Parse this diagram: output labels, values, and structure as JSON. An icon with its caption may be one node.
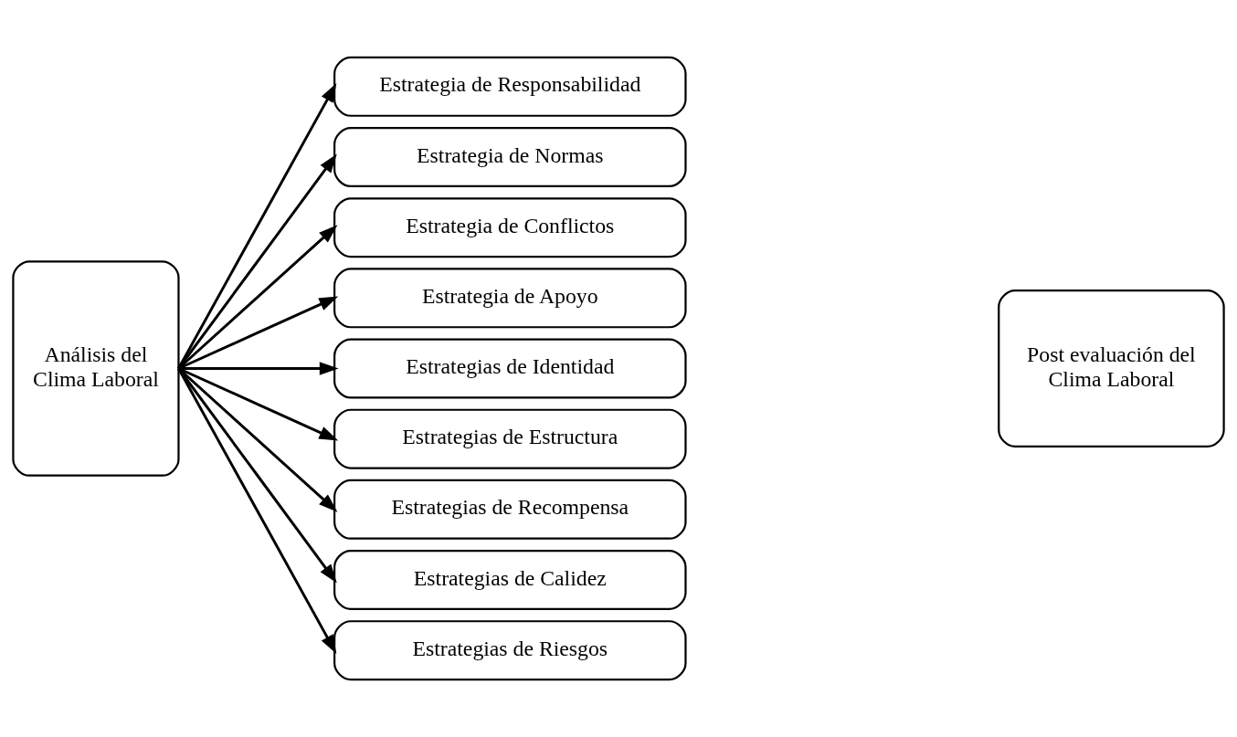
{
  "diagram": {
    "nodes": [
      {
        "text": [
          "Análisis del Clima Laboral"
        ]
      },
      {
        "text": [
          "Estrategia de Responsabilidad"
        ]
      },
      {
        "text": [
          "Estrategia de Normas"
        ]
      },
      {
        "text": [
          "Estrategia de Conflictos"
        ]
      },
      {
        "text": [
          "Estrategia de Apoyo"
        ]
      },
      {
        "text": [
          "Estrategias de Identidad"
        ]
      },
      {
        "text": [
          "Estrategias de Estructura"
        ]
      },
      {
        "text": [
          "Estrategias de Recompensa"
        ]
      },
      {
        "text": [
          "Estrategias de Calidez"
        ]
      },
      {
        "text": [
          "Estrategias de Riesgos"
        ]
      },
      {
        "text": [
          "Post evaluación del Clima Laboral"
        ]
      }
    ],
    "edges": [
      {
        "from": 0,
        "to": 1,
        "arrow": "to"
      },
      {
        "from": 0,
        "to": 2,
        "arrow": "to"
      },
      {
        "from": 0,
        "to": 3,
        "arrow": "to"
      },
      {
        "from": 0,
        "to": 4,
        "arrow": "to"
      },
      {
        "from": 0,
        "to": 5,
        "arrow": "to"
      },
      {
        "from": 0,
        "to": 6,
        "arrow": "to"
      },
      {
        "from": 0,
        "to": 7,
        "arrow": "to"
      },
      {
        "from": 0,
        "to": 8,
        "arrow": "to"
      },
      {
        "from": 0,
        "to": 9,
        "arrow": "to"
      }
    ]
  }
}
